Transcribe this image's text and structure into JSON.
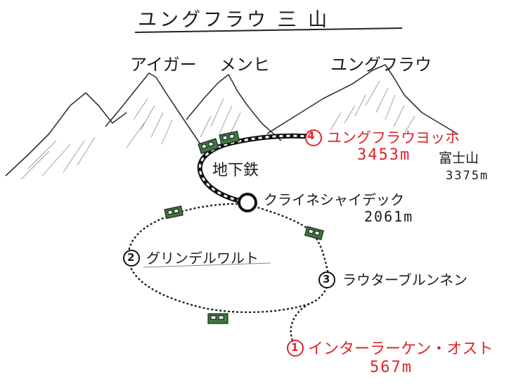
{
  "title": "ユングフラウ 三 山",
  "peaks": [
    {
      "name": "アイガー"
    },
    {
      "name": "メンヒ"
    },
    {
      "name": "ユングフラウ"
    }
  ],
  "stations": [
    {
      "number": "1",
      "name": "インターラーケン・オスト",
      "altitude": "567m",
      "color": "#e0242b"
    },
    {
      "number": "2",
      "name": "グリンデルワルト",
      "altitude": "",
      "color": "#1c1c1c"
    },
    {
      "number": "3",
      "name": "ラウターブルンネン",
      "altitude": "",
      "color": "#1c1c1c"
    },
    {
      "name": "クライネシャイデック",
      "altitude": "2061m",
      "color": "#1c1c1c"
    },
    {
      "number": "4",
      "name": "ユングフラウヨッホ",
      "altitude": "3453m",
      "color": "#e0242b"
    }
  ],
  "tunnel_label": "地下鉄",
  "fuji": {
    "name": "富士山",
    "altitude": "3375m"
  }
}
